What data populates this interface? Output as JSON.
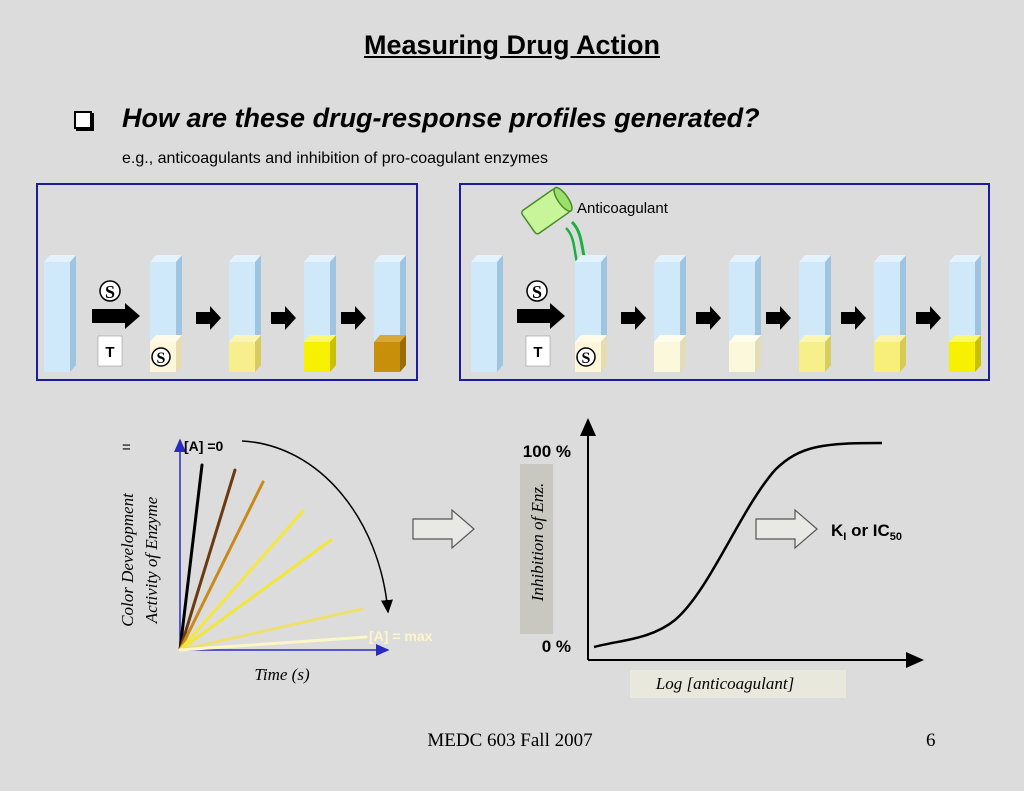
{
  "slide": {
    "title": "Measuring Drug Action",
    "question": "How are these drug-response profiles generated?",
    "example": "e.g., anticoagulants and inhibition of pro-coagulant enzymes",
    "footer_left": "MEDC 603 Fall 2007",
    "page_number": "6"
  },
  "panel_left": {
    "substrate_label": "S",
    "target_label": "T"
  },
  "panel_right": {
    "drug_label": "Anticoagulant",
    "substrate_label": "S",
    "target_label": "T"
  },
  "time_plot": {
    "ylabel_line1": "Color Development",
    "ylabel_line2": "Activity of Enzyme",
    "equals_sign": "=",
    "xlabel": "Time  (s)",
    "label_top": "[A] =0",
    "label_bottom": "[A] = max"
  },
  "dose_plot": {
    "ylabel": "Inhibition of Enz.",
    "xlabel": "Log [anticoagulant]",
    "y_top": "100 %",
    "y_bottom": "0 %"
  },
  "result": {
    "k_main": "K",
    "k_sub": "I",
    "or_text": " or IC",
    "ic_sub": "50"
  },
  "colors": {
    "tube": "#cfe8fa",
    "frame": "#1c1ca0",
    "curve_colors": [
      "#000000",
      "#6b3a10",
      "#c88a1a",
      "#f5e642",
      "#f2e63a",
      "#eee070",
      "#fbf6c8"
    ],
    "block_left": [
      "#fdf6d8",
      "#f7ee8e",
      "#f7f000",
      "#c8900a"
    ],
    "block_right": [
      "#fdf6d8",
      "#fbf8dc",
      "#fbf8dc",
      "#f7f08a",
      "#f7ef7a",
      "#f7f000"
    ]
  }
}
